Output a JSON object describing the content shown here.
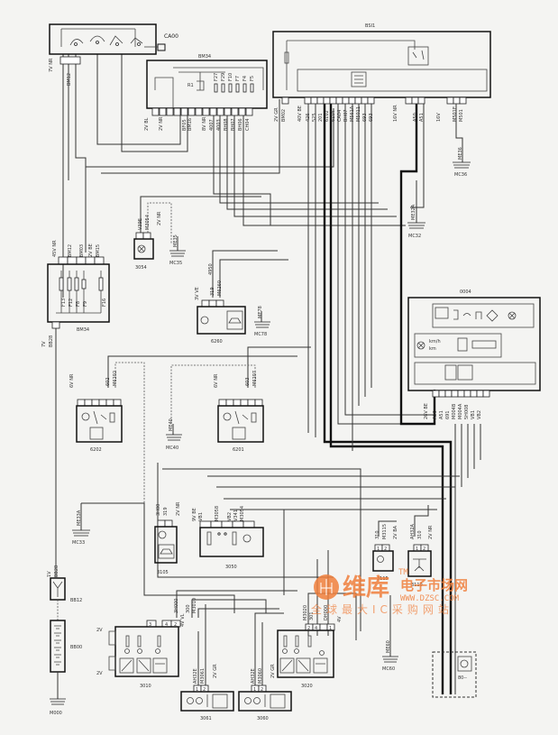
{
  "diagram": {
    "title": "Lighting / signalling wiring diagram",
    "components": {
      "ca00": {
        "id": "CA00",
        "connector": "BM12",
        "connector_label": "7V NR"
      },
      "bm34_top": {
        "id": "BM34",
        "fuses": [
          "F27",
          "F29",
          "F10",
          "F7",
          "F4",
          "F5"
        ],
        "relay": "R1",
        "pin_labels": [
          "2V BE",
          "8V NR",
          "2",
          "1",
          "2V BA",
          "1",
          "NR",
          "1",
          "2",
          "A7",
          "A7",
          "A3",
          "A2"
        ],
        "wires": [
          "2V BL",
          "2V NR",
          "BM16",
          "BF05",
          "500",
          "8V NR",
          "4007",
          "4003",
          "BH08",
          "BH07",
          "BH06",
          "CH04"
        ]
      },
      "bsi1": {
        "id": "BSI1",
        "left_conn": "2V GR",
        "left_wire": "BM02",
        "conn_a": "40V BE",
        "wires_a": [
          "426",
          "525",
          "201",
          "6102",
          "6104",
          "CA04",
          "BH07",
          "M561A",
          "M5011",
          "693",
          "693"
        ],
        "conn_b": "16V NR",
        "wires_b": [
          "A50",
          "A51"
        ],
        "conn_c": "16V",
        "wires_c": [
          "M501E",
          "M501"
        ],
        "pin_numbers_a": [
          "2",
          "14",
          "19",
          "20",
          "21",
          "22",
          "23",
          "25",
          "26",
          "31",
          "11"
        ],
        "pin_numbers_b": [
          "16",
          "18"
        ],
        "pin_numbers_c": [
          "2",
          "3"
        ]
      },
      "bm34": {
        "id": "BM34",
        "label_top": "45V NR",
        "wires": [
          "BM12",
          "BM03",
          "2V BE",
          "BM15"
        ],
        "fuses": [
          "F13",
          "F12",
          "F8",
          "F9",
          "F16"
        ],
        "bottom_conn": "7V",
        "bottom_wire": "BB28"
      },
      "c3054": {
        "id": "3054",
        "wires": [
          "V39E",
          "M3054"
        ],
        "conn": "2V NR",
        "ground": "MC35",
        "ground_wire": "ME35"
      },
      "c6260": {
        "id": "6260",
        "conn": "3V VE",
        "wires": [
          "319",
          "M6260",
          "4950"
        ],
        "ground": "MC78",
        "ground_wire": "ME78"
      },
      "c0004": {
        "id": "0004",
        "conn": "26V BE",
        "wires": [
          "A50",
          "A51",
          "691",
          "M004B",
          "M004A",
          "5H008",
          "VB1",
          "VB2"
        ],
        "pins": [
          "13",
          "15",
          "16",
          "22",
          "23",
          "24",
          "1",
          "3",
          "4"
        ],
        "display_text": [
          "km/h",
          "km"
        ]
      },
      "c6202": {
        "id": "6202",
        "conn": "6V NR",
        "wires": [
          "602",
          "M6202"
        ]
      },
      "c6201": {
        "id": "6201",
        "conn": "6V NR",
        "wires": [
          "603",
          "M6207"
        ]
      },
      "ground_mc40": {
        "id": "MC40",
        "wire": "ME40"
      },
      "ground_mc36": {
        "id": "MC36",
        "wire": "ME36"
      },
      "ground_mc32": {
        "id": "MC32",
        "wire": "ME32A"
      },
      "ground_mc33": {
        "id": "MC33",
        "wire": "ME33A"
      },
      "c3105": {
        "id": "3105",
        "conn": "2V NR",
        "wires": [
          "3H00",
          "319"
        ]
      },
      "c3050": {
        "id": "3050",
        "conn": "9V BE",
        "wires": [
          "VB1",
          "M3058",
          "VB2",
          "V341",
          "M3054"
        ],
        "pins": [
          "1A",
          "4B",
          "3B",
          "3A",
          "1B"
        ]
      },
      "bb12": {
        "id": "BB12",
        "conn": "1V",
        "wire": "BB28"
      },
      "bb00": {
        "id": "BB00"
      },
      "m000": {
        "id": "M000"
      },
      "c3010": {
        "id": "3010",
        "conn": "4V VL",
        "wires": [
          "3H000",
          "300",
          "M3010"
        ],
        "pins": [
          "3",
          "4",
          "2"
        ],
        "side_labels": [
          "2V",
          "2V"
        ]
      },
      "c3061": {
        "id": "3061",
        "conn": "2V GR",
        "wires": [
          "AH32E",
          "M3061"
        ],
        "pins": [
          "1",
          "2"
        ]
      },
      "c3060": {
        "id": "3060",
        "conn": "2V GR",
        "wires": [
          "AH32E",
          "M3060"
        ],
        "pins": [
          "1",
          "2"
        ]
      },
      "c3020": {
        "id": "3020",
        "conn": "4V",
        "wires": [
          "M3020",
          "301",
          "DH000"
        ],
        "pins": [
          "2",
          "4",
          "1"
        ]
      },
      "c3115": {
        "id": "3115",
        "conn": "2V BA",
        "wires": [
          "310",
          "M3115"
        ],
        "pins": [
          "1",
          "2"
        ]
      },
      "c3110": {
        "id": "3110",
        "conn": "2V NR",
        "wires": [
          "AH32A",
          "310"
        ],
        "pins": [
          "1",
          "2"
        ]
      },
      "ground_mc60": {
        "id": "MC60",
        "wire": "ME60"
      },
      "c80": {
        "id": "80--"
      }
    }
  },
  "watermark": {
    "brand": "维库",
    "title": "电子市场网",
    "url": "WWW.DZSC.COM",
    "slogan": "全球最大IC采购网站",
    "tm": "TM"
  }
}
